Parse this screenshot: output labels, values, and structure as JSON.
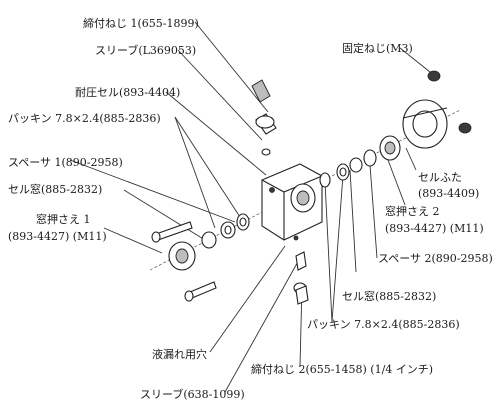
{
  "labels": {
    "screw1": "締付ねじ 1(655-1899)",
    "sleeve_top": "スリーブ(L369053)",
    "pressure_cell": "耐圧セル(893-4404)",
    "packing_left": "パッキン 7.8×2.4(885-2836)",
    "spacer1": "スペーサ 1(890-2958)",
    "window_left": "セル窓(885-2832)",
    "retainer1_a": "窓押さえ 1",
    "retainer1_b": "(893-4427) (M11)",
    "set_screw": "固定ねじ(M3)",
    "cell_lid": "セルふた",
    "cell_lid_no": "(893-4409)",
    "retainer2_a": "窓押さえ 2",
    "retainer2_b": "(893-4427) (M11)",
    "spacer2": "スペーサ 2(890-2958)",
    "window_right": "セル窓(885-2832)",
    "packing_right": "パッキン 7.8×2.4(885-2836)",
    "leak_hole": "液漏れ用穴",
    "screw2": "締付ねじ 2(655-1458) (1/4 インチ)",
    "sleeve_bottom": "スリーブ(638-1099)"
  }
}
